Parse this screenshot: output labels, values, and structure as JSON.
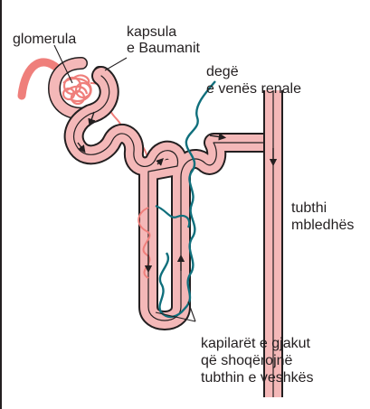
{
  "colors": {
    "tubule_fill": "#f4b8b8",
    "tubule_outline": "#231f20",
    "arteriole": "#ef7f7b",
    "vein": "#0f6f7c",
    "text": "#231f20"
  },
  "labels": {
    "glomerulus": "glomerula",
    "capsule_line1": "kapsula",
    "capsule_line2": "e Baumanit",
    "vein_line1": "degë",
    "vein_line2": "e venës renale",
    "duct_line1": "tubthi",
    "duct_line2": "mbledhës",
    "capillaries_line1": "kapilarët e gjakut",
    "capillaries_line2": "që shoqërojnë",
    "capillaries_line3": "tubthin e veshkës"
  },
  "icons": [
    "flow-arrow-icon"
  ]
}
